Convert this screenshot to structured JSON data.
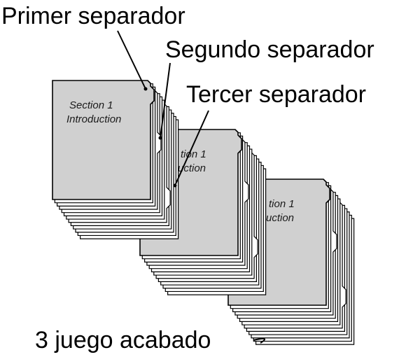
{
  "labels": {
    "first_divider": "Primer separador",
    "second_divider": "Segundo separador",
    "third_divider": "Tercer separador",
    "finished_sets": "3 juego acabado"
  },
  "sets": [
    {
      "line1": "Section  1",
      "line2": "Introduction"
    },
    {
      "line1": "tion  1",
      "line2": "uction"
    },
    {
      "line1": "tion  1",
      "line2": "uction"
    }
  ],
  "colors": {
    "divider_fill": "#d0d0d0",
    "sheet_fill": "#ffffff",
    "outline": "#000000"
  }
}
